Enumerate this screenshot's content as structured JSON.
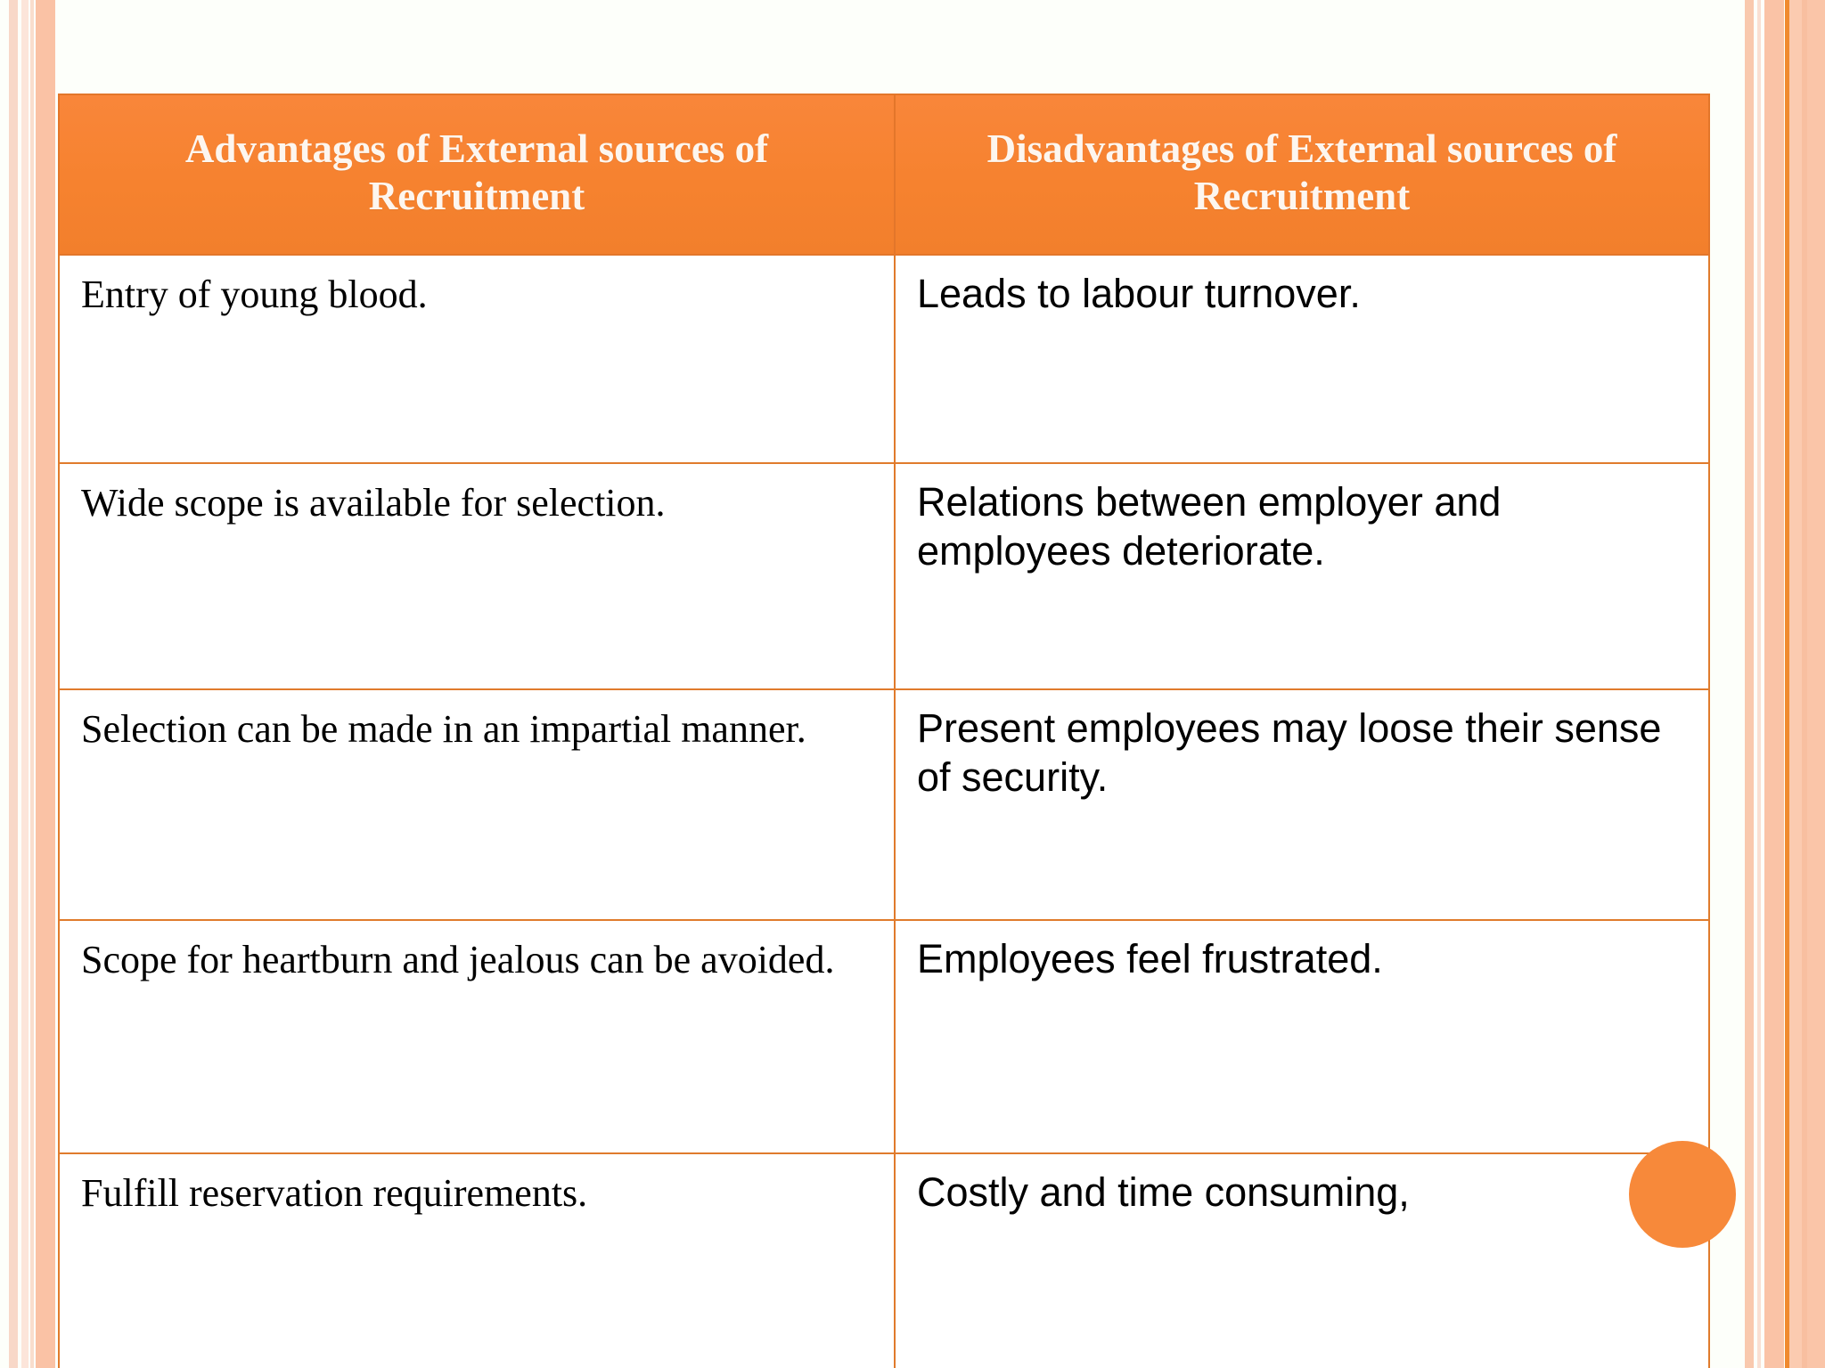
{
  "slide": {
    "background_color": "#fdfffa",
    "accent_color": "#f6822f",
    "header_text_color": "#fdf6ef",
    "border_color": "#e07b2c",
    "stripe_colors": [
      "#f8d8c8",
      "#fce5da",
      "#f9ddcd",
      "#fac2a5",
      "#f9c9ae",
      "#fae0d3",
      "#fac3a6",
      "#f08a2e",
      "#fbcbb0",
      "#f8bfa0",
      "#fac5a8"
    ],
    "circle_color": "#f7893a"
  },
  "table": {
    "headers": [
      "Advantages of External sources of Recruitment",
      "Disadvantages of External sources of Recruitment"
    ],
    "rows": [
      {
        "advantage": "Entry of young blood.",
        "disadvantage": "Leads to labour turnover."
      },
      {
        "advantage": "Wide scope is available for selection.",
        "disadvantage": "Relations between employer and employees deteriorate."
      },
      {
        "advantage": "Selection can be made in an impartial manner.",
        "disadvantage": "Present employees may loose their sense of security."
      },
      {
        "advantage": "Scope for heartburn and jealous can be avoided.",
        "disadvantage": "Employees feel frustrated."
      },
      {
        "advantage": "Fulfill reservation requirements.",
        "disadvantage": "Costly and time consuming,"
      }
    ]
  }
}
